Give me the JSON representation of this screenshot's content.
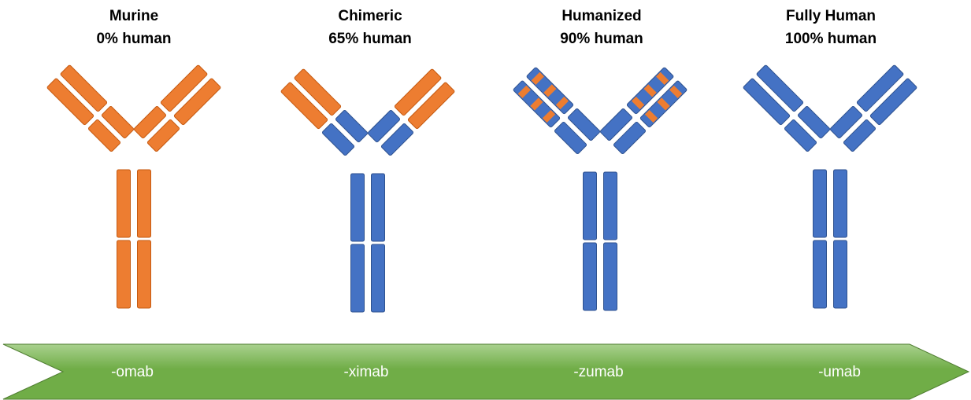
{
  "colors": {
    "murine": "#ED7D31",
    "murine_stroke": "#C55A11",
    "human": "#4472C4",
    "human_stroke": "#2F528F",
    "arrow_light": "#A9D18E",
    "arrow_dark": "#70AD47",
    "arrow_stroke": "#507E32"
  },
  "antibodies": [
    {
      "name": "Murine",
      "percent": "0% human",
      "suffix": "-omab",
      "fill": "murine",
      "cdr_stripes": false
    },
    {
      "name": "Chimeric",
      "percent": "65% human",
      "suffix": "-ximab",
      "fill": "chimeric",
      "cdr_stripes": false
    },
    {
      "name": "Humanized",
      "percent": "90% human",
      "suffix": "-zumab",
      "fill": "humanized",
      "cdr_stripes": true
    },
    {
      "name": "Fully Human",
      "percent": "100% human",
      "suffix": "-umab",
      "fill": "human",
      "cdr_stripes": false
    }
  ]
}
